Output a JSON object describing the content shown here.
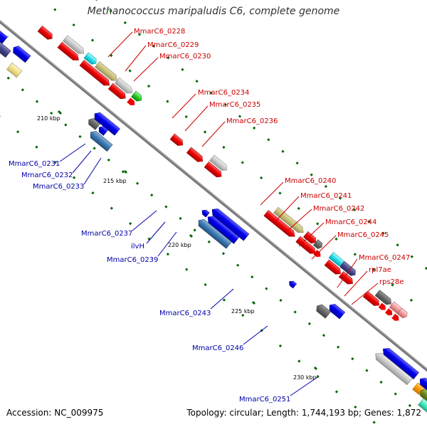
{
  "title": "Methanococcus maripaludis C6, complete genome",
  "footer": {
    "accession": "Accession: NC_009975",
    "info": "Topology: circular; Length: 1,744,193 bp; Genes: 1,872"
  },
  "ticks": [
    "210 kbp",
    "215 kbp",
    "220 kbp",
    "225 kbp",
    "230 kbp"
  ],
  "gene_labels_red": [
    "MmarC6_0228",
    "MmarC6_0229",
    "MmarC6_0230",
    "MmarC6_0234",
    "MmarC6_0235",
    "MmarC6_0236",
    "MmarC6_0240",
    "MmarC6_0241",
    "MmarC6_0242",
    "MmarC6_0244",
    "MmarC6_0245",
    "MmarC6_0247",
    "rpl7ae",
    "rps28e"
  ],
  "gene_labels_blue": [
    "MmarC6_0231",
    "MmarC6_0232",
    "MmarC6_0233",
    "MmarC6_0237",
    "ilvH",
    "MmarC6_0239",
    "MmarC6_0243",
    "MmarC6_0246",
    "MmarC6_0251"
  ],
  "colors": {
    "forward_label": "#cc0000",
    "reverse_label": "#0000aa",
    "backbone": "#888888",
    "tick": "#006600"
  }
}
